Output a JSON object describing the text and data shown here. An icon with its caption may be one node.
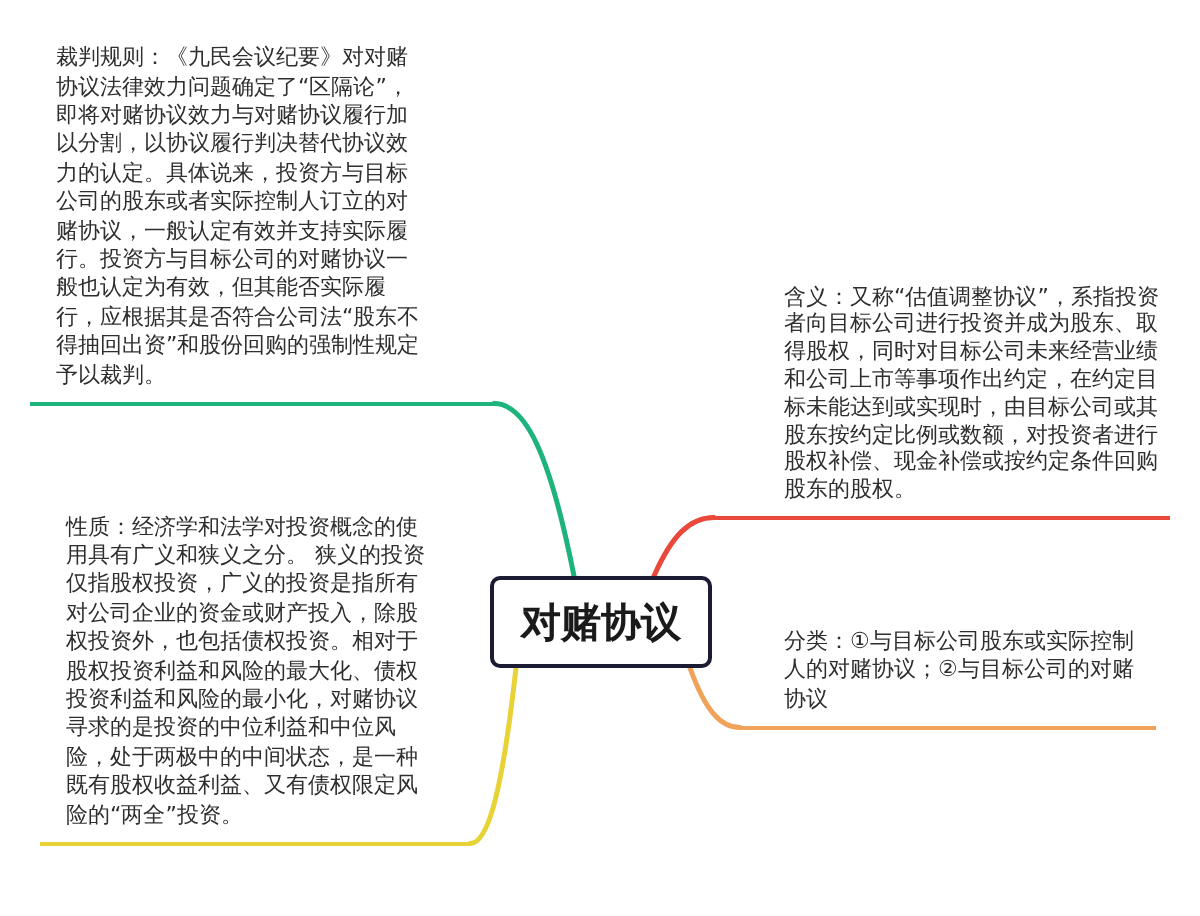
{
  "diagram": {
    "nodes": [
      {
        "text": [
          "对赌协议"
        ]
      },
      {
        "text": [
          "裁判规则：《九民会议纪要》对对赌协议法律效力问题确定了“区隔论”，即将对赌协议效力与对赌协议履行加以分割，以协议履行判决替代协议效力的认定。具体说来，投资方与目标公司的股东或者实际控制人订立的对赌协议，一般认定有效并支持实际履行。投资方与目标公司的对赌协议一般也认定为有效，但其能否实际履行，应根据其是否符合公司法“股东不得抽回出资”和股份回购的强制性规定予以裁判。"
        ]
      },
      {
        "text": [
          "含义：又称“估值调整协议”，系指投资者向目标公司进行投资并成为股东、取得股权，同时对目标公司未来经营业绩和公司上市等事项作出约定，在约定目标未能达到或实现时，由目标公司或其股东按约定比例或数额，对投资者进行股权补偿、现金补偿或按约定条件回购股东的股权。"
        ]
      },
      {
        "text": [
          "分类：①与目标公司股东或实际控制人的对赌协议；②与目标公司的对赌协议"
        ]
      },
      {
        "text": [
          "性质：经济学和法学对投资概念的使用具有广义和狭义之分。 狭义的投资仅指股权投资，广义的投资是指所有对公司企业的资金或财产投入，除股权投资外，也包括债权投资。相对于股权投资利益和风险的最大化、债权投资利益和风险的最小化，对赌协议寻求的是投资的中位利益和中位风险，处于两极中的中间状态，是一种既有股权收益利益、又有债权限定风险的“两全”投资。"
        ]
      }
    ],
    "edges": [
      {
        "from": 0,
        "to": 1,
        "arrow": "none",
        "color": "#1db37c"
      },
      {
        "from": 0,
        "to": 2,
        "arrow": "none",
        "color": "#e9483b"
      },
      {
        "from": 0,
        "to": 3,
        "arrow": "none",
        "color": "#f1a25a"
      },
      {
        "from": 0,
        "to": 4,
        "arrow": "none",
        "color": "#e8d336"
      }
    ]
  }
}
